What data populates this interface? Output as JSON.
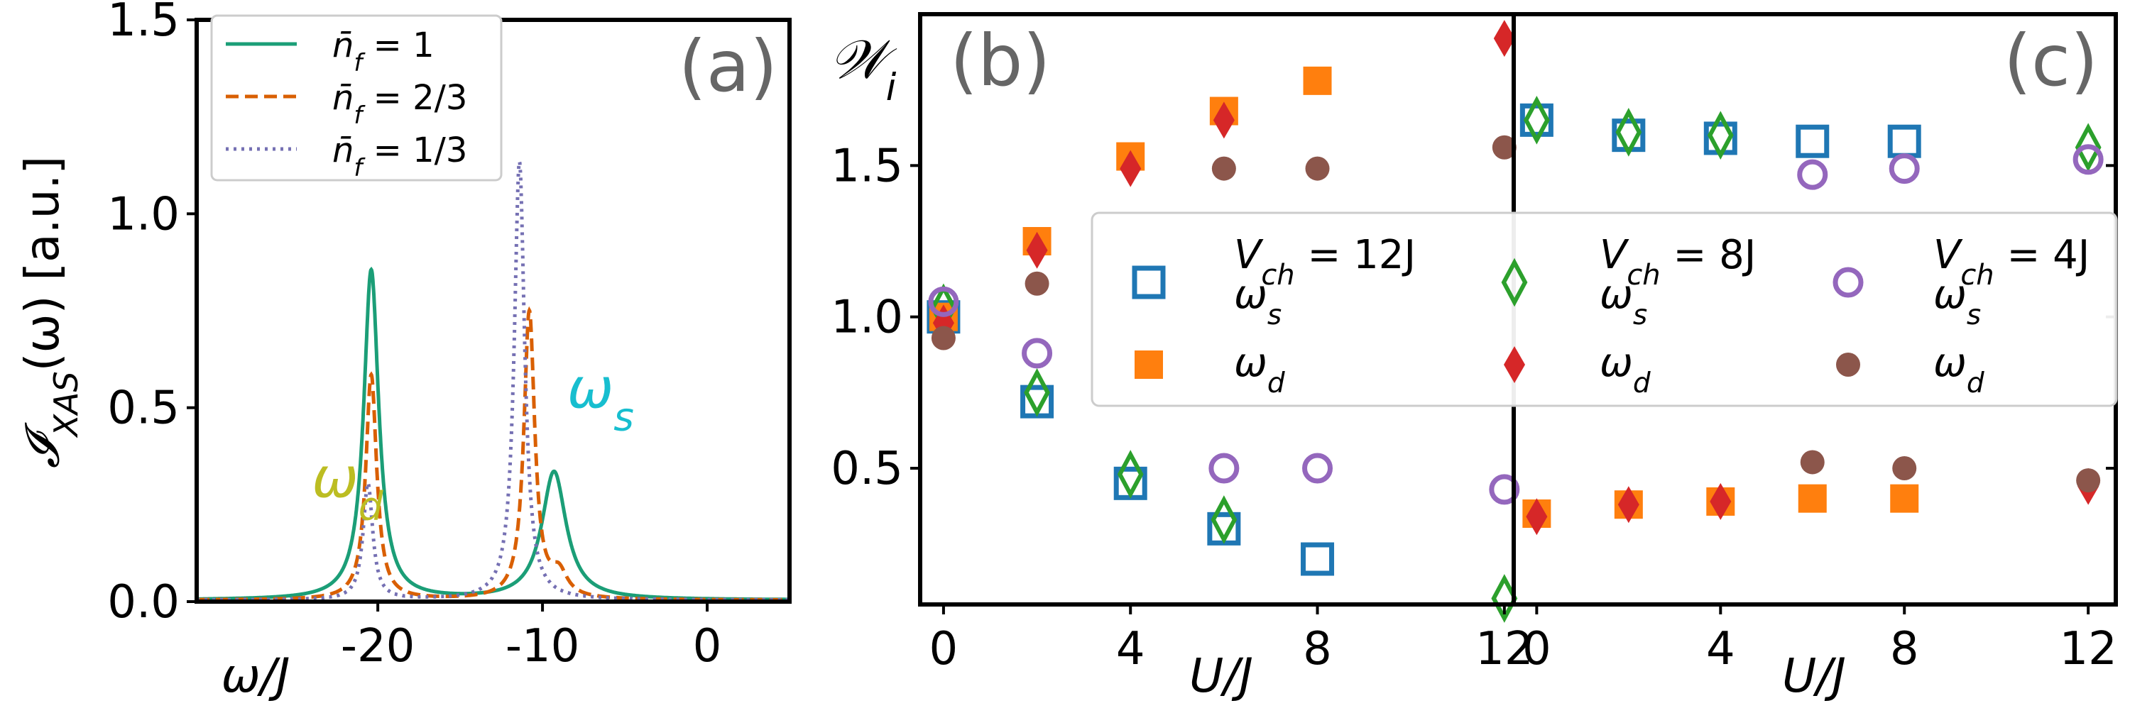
{
  "colors": {
    "teal": "#1b9e77",
    "orange": "#d95f02",
    "lavender": "#7570b3",
    "blue": "#1f77b4",
    "orange_sq": "#ff7f0e",
    "green": "#2ca02c",
    "red": "#d62728",
    "purple": "#9467bd",
    "brown": "#8c564b",
    "gray_text": "#666666",
    "omega_s_label": "#17becf",
    "omega_d_label": "#bcbd22"
  },
  "chart_data": [
    {
      "panel": "(a)",
      "type": "line",
      "ylabel": "𝓘XAS(ω) [a.u.]",
      "xlabel": "ω/J",
      "xlim": [
        -31,
        5
      ],
      "ylim": [
        0,
        1.5
      ],
      "xticks": [
        -20,
        -10,
        0
      ],
      "xtick_labels": [
        "-20",
        "-10",
        "0"
      ],
      "yticks": [
        0.0,
        0.5,
        1.0,
        1.5
      ],
      "ytick_labels": [
        "0.0",
        "0.5",
        "1.0",
        "1.5"
      ],
      "legend_position": "top-left",
      "annotations": [
        {
          "text": "ωs",
          "x": -8.5,
          "y": 0.5,
          "color_key": "omega_s_label"
        },
        {
          "text": "ωd",
          "x": -24,
          "y": 0.27,
          "color_key": "omega_d_label"
        }
      ],
      "series": [
        {
          "name": "n̄f = 1",
          "style": "solid",
          "color_key": "teal",
          "peaks": [
            {
              "center": -20.4,
              "height": 0.85,
              "gamma": 0.55
            },
            {
              "center": -9.3,
              "height": 0.33,
              "gamma": 0.9
            }
          ]
        },
        {
          "name": "n̄f = 2/3",
          "style": "dashed",
          "color_key": "orange",
          "peaks": [
            {
              "center": -20.4,
              "height": 0.58,
              "gamma": 0.4
            },
            {
              "center": -10.8,
              "height": 0.74,
              "gamma": 0.4
            },
            {
              "center": -9.0,
              "height": 0.06,
              "gamma": 0.6
            }
          ]
        },
        {
          "name": "n̄f = 1/3",
          "style": "dotted",
          "color_key": "lavender",
          "peaks": [
            {
              "center": -20.6,
              "height": 0.3,
              "gamma": 0.35
            },
            {
              "center": -11.4,
              "height": 1.13,
              "gamma": 0.38
            }
          ]
        }
      ]
    },
    {
      "panel": "(b)",
      "type": "scatter",
      "ylabel": "𝒲i",
      "xlabel": "U/J",
      "xlim": [
        -0.5,
        12.2
      ],
      "ylim": [
        0.05,
        2.0
      ],
      "xticks": [
        0,
        4,
        8,
        12
      ],
      "xtick_labels": [
        "0",
        "4",
        "8",
        "12"
      ],
      "yticks": [
        0.5,
        1.0,
        1.5
      ],
      "ytick_labels": [
        "0.5",
        "1.0",
        "1.5"
      ],
      "series": [
        {
          "name": "Vch = 12J ωs",
          "marker": "open-square",
          "color_key": "blue",
          "x": [
            0,
            2,
            4,
            6,
            8
          ],
          "y": [
            1.0,
            0.72,
            0.45,
            0.3,
            0.2
          ]
        },
        {
          "name": "Vch = 12J ωd",
          "marker": "filled-square",
          "color_key": "orange_sq",
          "x": [
            0,
            2,
            4,
            6,
            8
          ],
          "y": [
            1.0,
            1.25,
            1.53,
            1.68,
            1.78
          ]
        },
        {
          "name": "Vch = 8J ωs",
          "marker": "open-diamond",
          "color_key": "green",
          "x": [
            0,
            2,
            4,
            6,
            12
          ],
          "y": [
            1.03,
            0.75,
            0.48,
            0.33,
            0.07
          ]
        },
        {
          "name": "Vch = 8J ωd",
          "marker": "filled-diamond",
          "color_key": "red",
          "x": [
            0,
            2,
            4,
            6,
            12
          ],
          "y": [
            0.98,
            1.22,
            1.49,
            1.65,
            1.92
          ]
        },
        {
          "name": "Vch = 4J ωs",
          "marker": "open-circle",
          "color_key": "purple",
          "x": [
            0,
            2,
            6,
            8,
            12
          ],
          "y": [
            1.05,
            0.88,
            0.5,
            0.5,
            0.43
          ]
        },
        {
          "name": "Vch = 4J ωd",
          "marker": "filled-circle",
          "color_key": "brown",
          "x": [
            0,
            2,
            6,
            8,
            12
          ],
          "y": [
            0.93,
            1.11,
            1.49,
            1.49,
            1.56
          ]
        }
      ]
    },
    {
      "panel": "(c)",
      "type": "scatter",
      "xlabel": "U/J",
      "xlim": [
        -0.5,
        12.6
      ],
      "ylim": [
        0.05,
        2.0
      ],
      "xticks": [
        0,
        4,
        8,
        12
      ],
      "xtick_labels": [
        "0",
        "4",
        "8",
        "12"
      ],
      "legend_position": "upper center across panels",
      "series": [
        {
          "name": "Vch = 12J ωs",
          "marker": "open-square",
          "color_key": "blue",
          "x": [
            0,
            2,
            4,
            6,
            8
          ],
          "y": [
            1.65,
            1.6,
            1.59,
            1.58,
            1.58
          ]
        },
        {
          "name": "Vch = 12J ωd",
          "marker": "filled-square",
          "color_key": "orange_sq",
          "x": [
            0,
            2,
            4,
            6,
            8
          ],
          "y": [
            0.35,
            0.38,
            0.39,
            0.4,
            0.4
          ]
        },
        {
          "name": "Vch = 8J ωs",
          "marker": "open-diamond",
          "color_key": "green",
          "x": [
            0,
            2,
            4,
            12
          ],
          "y": [
            1.65,
            1.61,
            1.6,
            1.56
          ]
        },
        {
          "name": "Vch = 8J ωd",
          "marker": "filled-diamond",
          "color_key": "red",
          "x": [
            0,
            2,
            4,
            12
          ],
          "y": [
            0.34,
            0.38,
            0.39,
            0.44
          ]
        },
        {
          "name": "Vch = 4J ωs",
          "marker": "open-circle",
          "color_key": "purple",
          "x": [
            6,
            8,
            12
          ],
          "y": [
            1.47,
            1.49,
            1.52
          ]
        },
        {
          "name": "Vch = 4J ωd",
          "marker": "filled-circle",
          "color_key": "brown",
          "x": [
            6,
            8,
            12
          ],
          "y": [
            0.52,
            0.5,
            0.46
          ]
        }
      ]
    }
  ],
  "legend_a": [
    {
      "label": "n̄f = 1",
      "color_key": "teal",
      "style": "solid"
    },
    {
      "label": "n̄f = 2/3",
      "color_key": "orange",
      "style": "dashed"
    },
    {
      "label": "n̄f = 1/3",
      "color_key": "lavender",
      "style": "dotted"
    }
  ],
  "legend_bc": [
    {
      "header": "Vch = 12J",
      "entries": [
        {
          "label": "ωs",
          "marker": "open-square",
          "color_key": "blue"
        },
        {
          "label": "ωd",
          "marker": "filled-square",
          "color_key": "orange_sq"
        }
      ]
    },
    {
      "header": "Vch = 8J",
      "entries": [
        {
          "label": "ωs",
          "marker": "open-diamond",
          "color_key": "green"
        },
        {
          "label": "ωd",
          "marker": "filled-diamond",
          "color_key": "red"
        }
      ]
    },
    {
      "header": "Vch = 4J",
      "entries": [
        {
          "label": "ωs",
          "marker": "open-circle",
          "color_key": "purple"
        },
        {
          "label": "ωd",
          "marker": "filled-circle",
          "color_key": "brown"
        }
      ]
    }
  ]
}
